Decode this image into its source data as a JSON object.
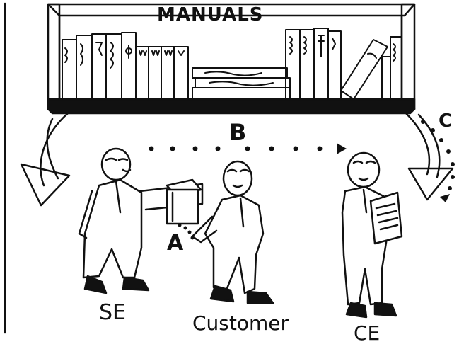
{
  "shelf": {
    "title": "MANUALS"
  },
  "flows": {
    "a": "A",
    "b": "B",
    "c": "C"
  },
  "people": {
    "se": "SE",
    "customer": "Customer",
    "ce": "CE"
  }
}
